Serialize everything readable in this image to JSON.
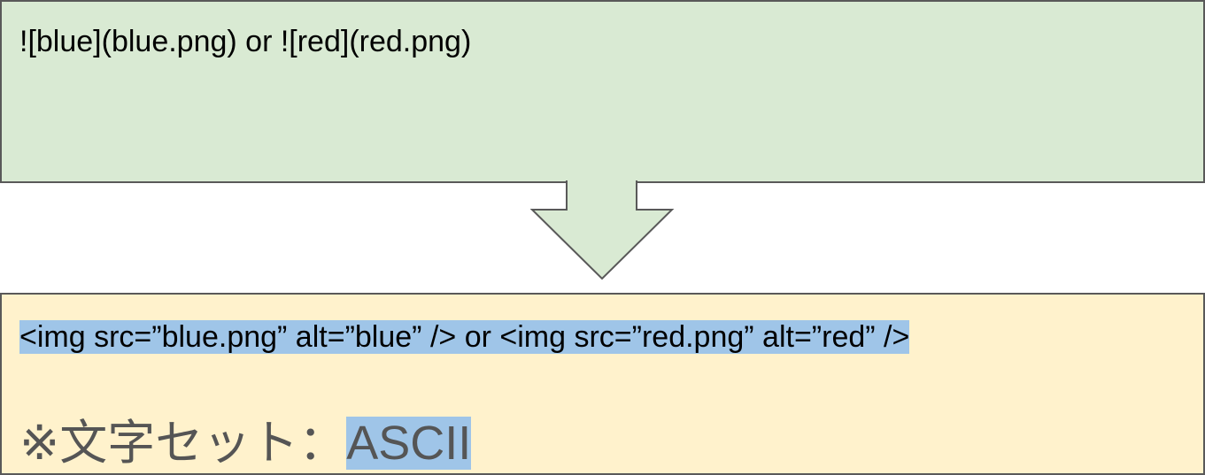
{
  "input_box": {
    "text": "![blue](blue.png) or ![red](red.png)",
    "fill": "#d9ead3"
  },
  "output_box": {
    "text": "<img src=”blue.png” alt=”blue” /> or <img src=”red.png” alt=”red” />",
    "charset_prefix": "※文字セット：",
    "charset_value": "ASCII",
    "fill": "#fff2cc",
    "highlight_color": "#9fc5e8"
  },
  "arrow": {
    "icon": "down-arrow-icon",
    "fill": "#d9ead3",
    "stroke": "#595959"
  }
}
